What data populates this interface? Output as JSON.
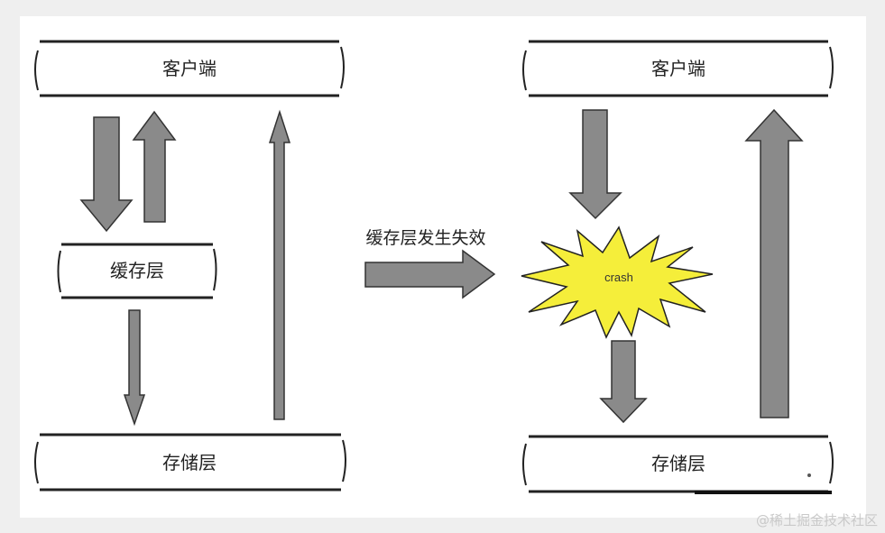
{
  "left": {
    "client_label": "客户端",
    "cache_label": "缓存层",
    "storage_label": "存储层"
  },
  "right": {
    "client_label": "客户端",
    "storage_label": "存储层",
    "crash_label": "crash"
  },
  "transition_label": "缓存层发生失效",
  "watermark": "@稀土掘金技术社区",
  "colors": {
    "arrow_fill": "#8a8a8a",
    "arrow_stroke": "#333333",
    "crash_fill": "#f5ee3a",
    "box_stroke": "#222222"
  }
}
